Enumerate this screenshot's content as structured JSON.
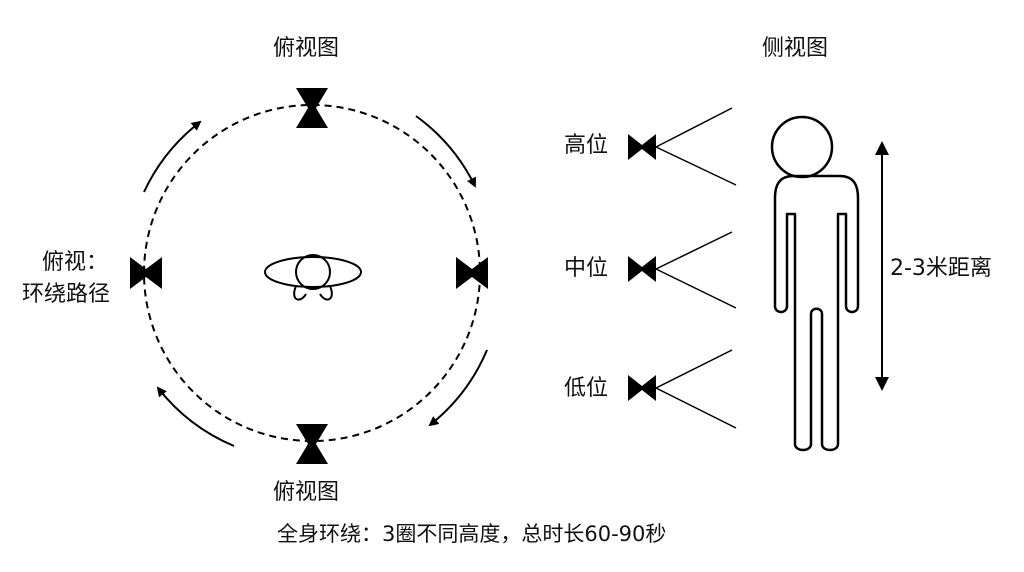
{
  "top_view": {
    "title": "俯视图",
    "bottom_title": "俯视图",
    "path_label_line1": "俯视：",
    "path_label_line2": "环绕路径"
  },
  "side_view": {
    "title": "侧视图",
    "high": "高位",
    "mid": "中位",
    "low": "低位",
    "distance": "2-3米距离"
  },
  "caption": "全身环绕：3圈不同高度，总时长60-90秒",
  "colors": {
    "ink": "#000000",
    "background": "#ffffff"
  },
  "icons": [
    "camera-icon",
    "curved-arrow-icon",
    "person-top-icon",
    "person-side-icon",
    "double-arrow-icon"
  ]
}
